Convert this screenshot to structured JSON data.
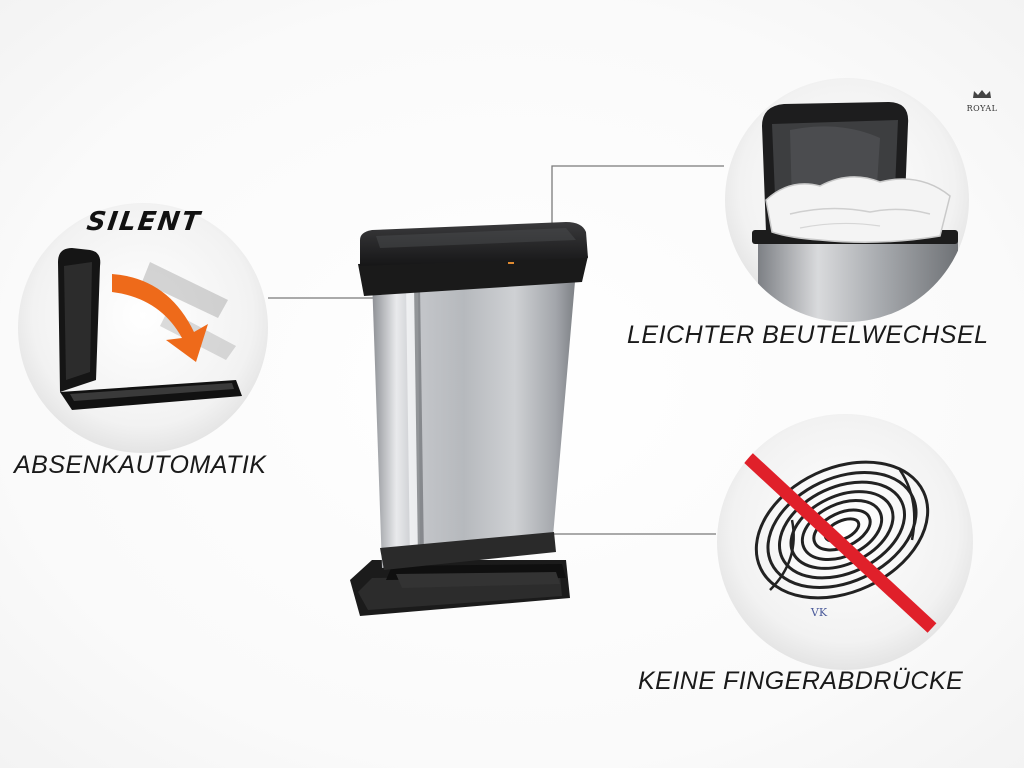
{
  "features": {
    "silent_label": "SILENT",
    "lid_feature_caption": "ABSENKAUTOMATIK",
    "bag_feature_caption": "LEICHTER BEUTELWECHSEL",
    "fingerprint_feature_caption": "KEINE FINGERABDRÜCKE"
  },
  "branding": {
    "logo_text": "ROYAL",
    "watermark_text": "VK"
  },
  "colors": {
    "arrow_orange": "#ee6a1a",
    "strike_red": "#e0202a",
    "bin_silver": "#b9bcc0",
    "bin_black": "#1c1c1c"
  }
}
